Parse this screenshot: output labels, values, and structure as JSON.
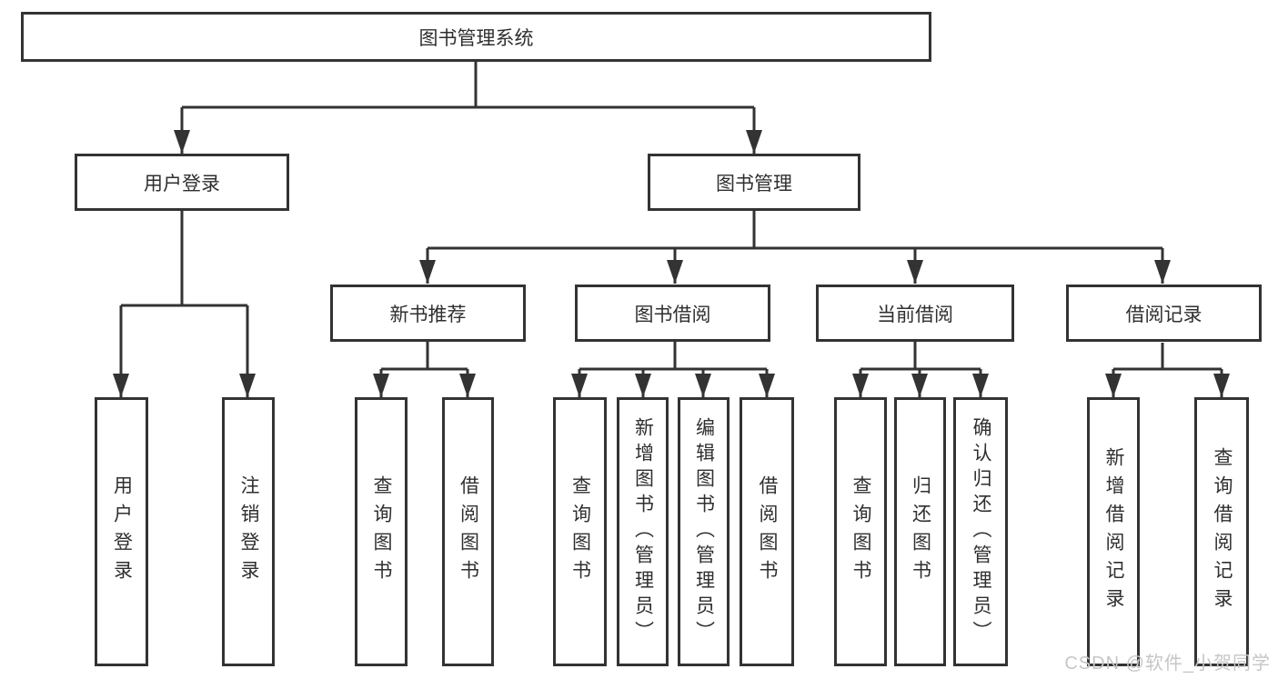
{
  "colors": {
    "line": "#333333",
    "text": "#2f2f2f",
    "watermark": "#c6c6c6"
  },
  "tree": {
    "label": "图书管理系统",
    "children": [
      {
        "label": "用户登录",
        "children": [
          {
            "label": "用户登录"
          },
          {
            "label": "注销登录"
          }
        ]
      },
      {
        "label": "图书管理",
        "children": [
          {
            "label": "新书推荐",
            "children": [
              {
                "label": "查询图书"
              },
              {
                "label": "借阅图书"
              }
            ]
          },
          {
            "label": "图书借阅",
            "children": [
              {
                "label": "查询图书"
              },
              {
                "label": "新增图书（管理员）"
              },
              {
                "label": "编辑图书（管理员）"
              },
              {
                "label": "借阅图书"
              }
            ]
          },
          {
            "label": "当前借阅",
            "children": [
              {
                "label": "查询图书"
              },
              {
                "label": "归还图书"
              },
              {
                "label": "确认归还（管理员）"
              }
            ]
          },
          {
            "label": "借阅记录",
            "children": [
              {
                "label": "新增借阅记录"
              },
              {
                "label": "查询借阅记录"
              }
            ]
          }
        ]
      }
    ]
  },
  "watermark": {
    "text": "CSDN @软件_小贺同学"
  }
}
